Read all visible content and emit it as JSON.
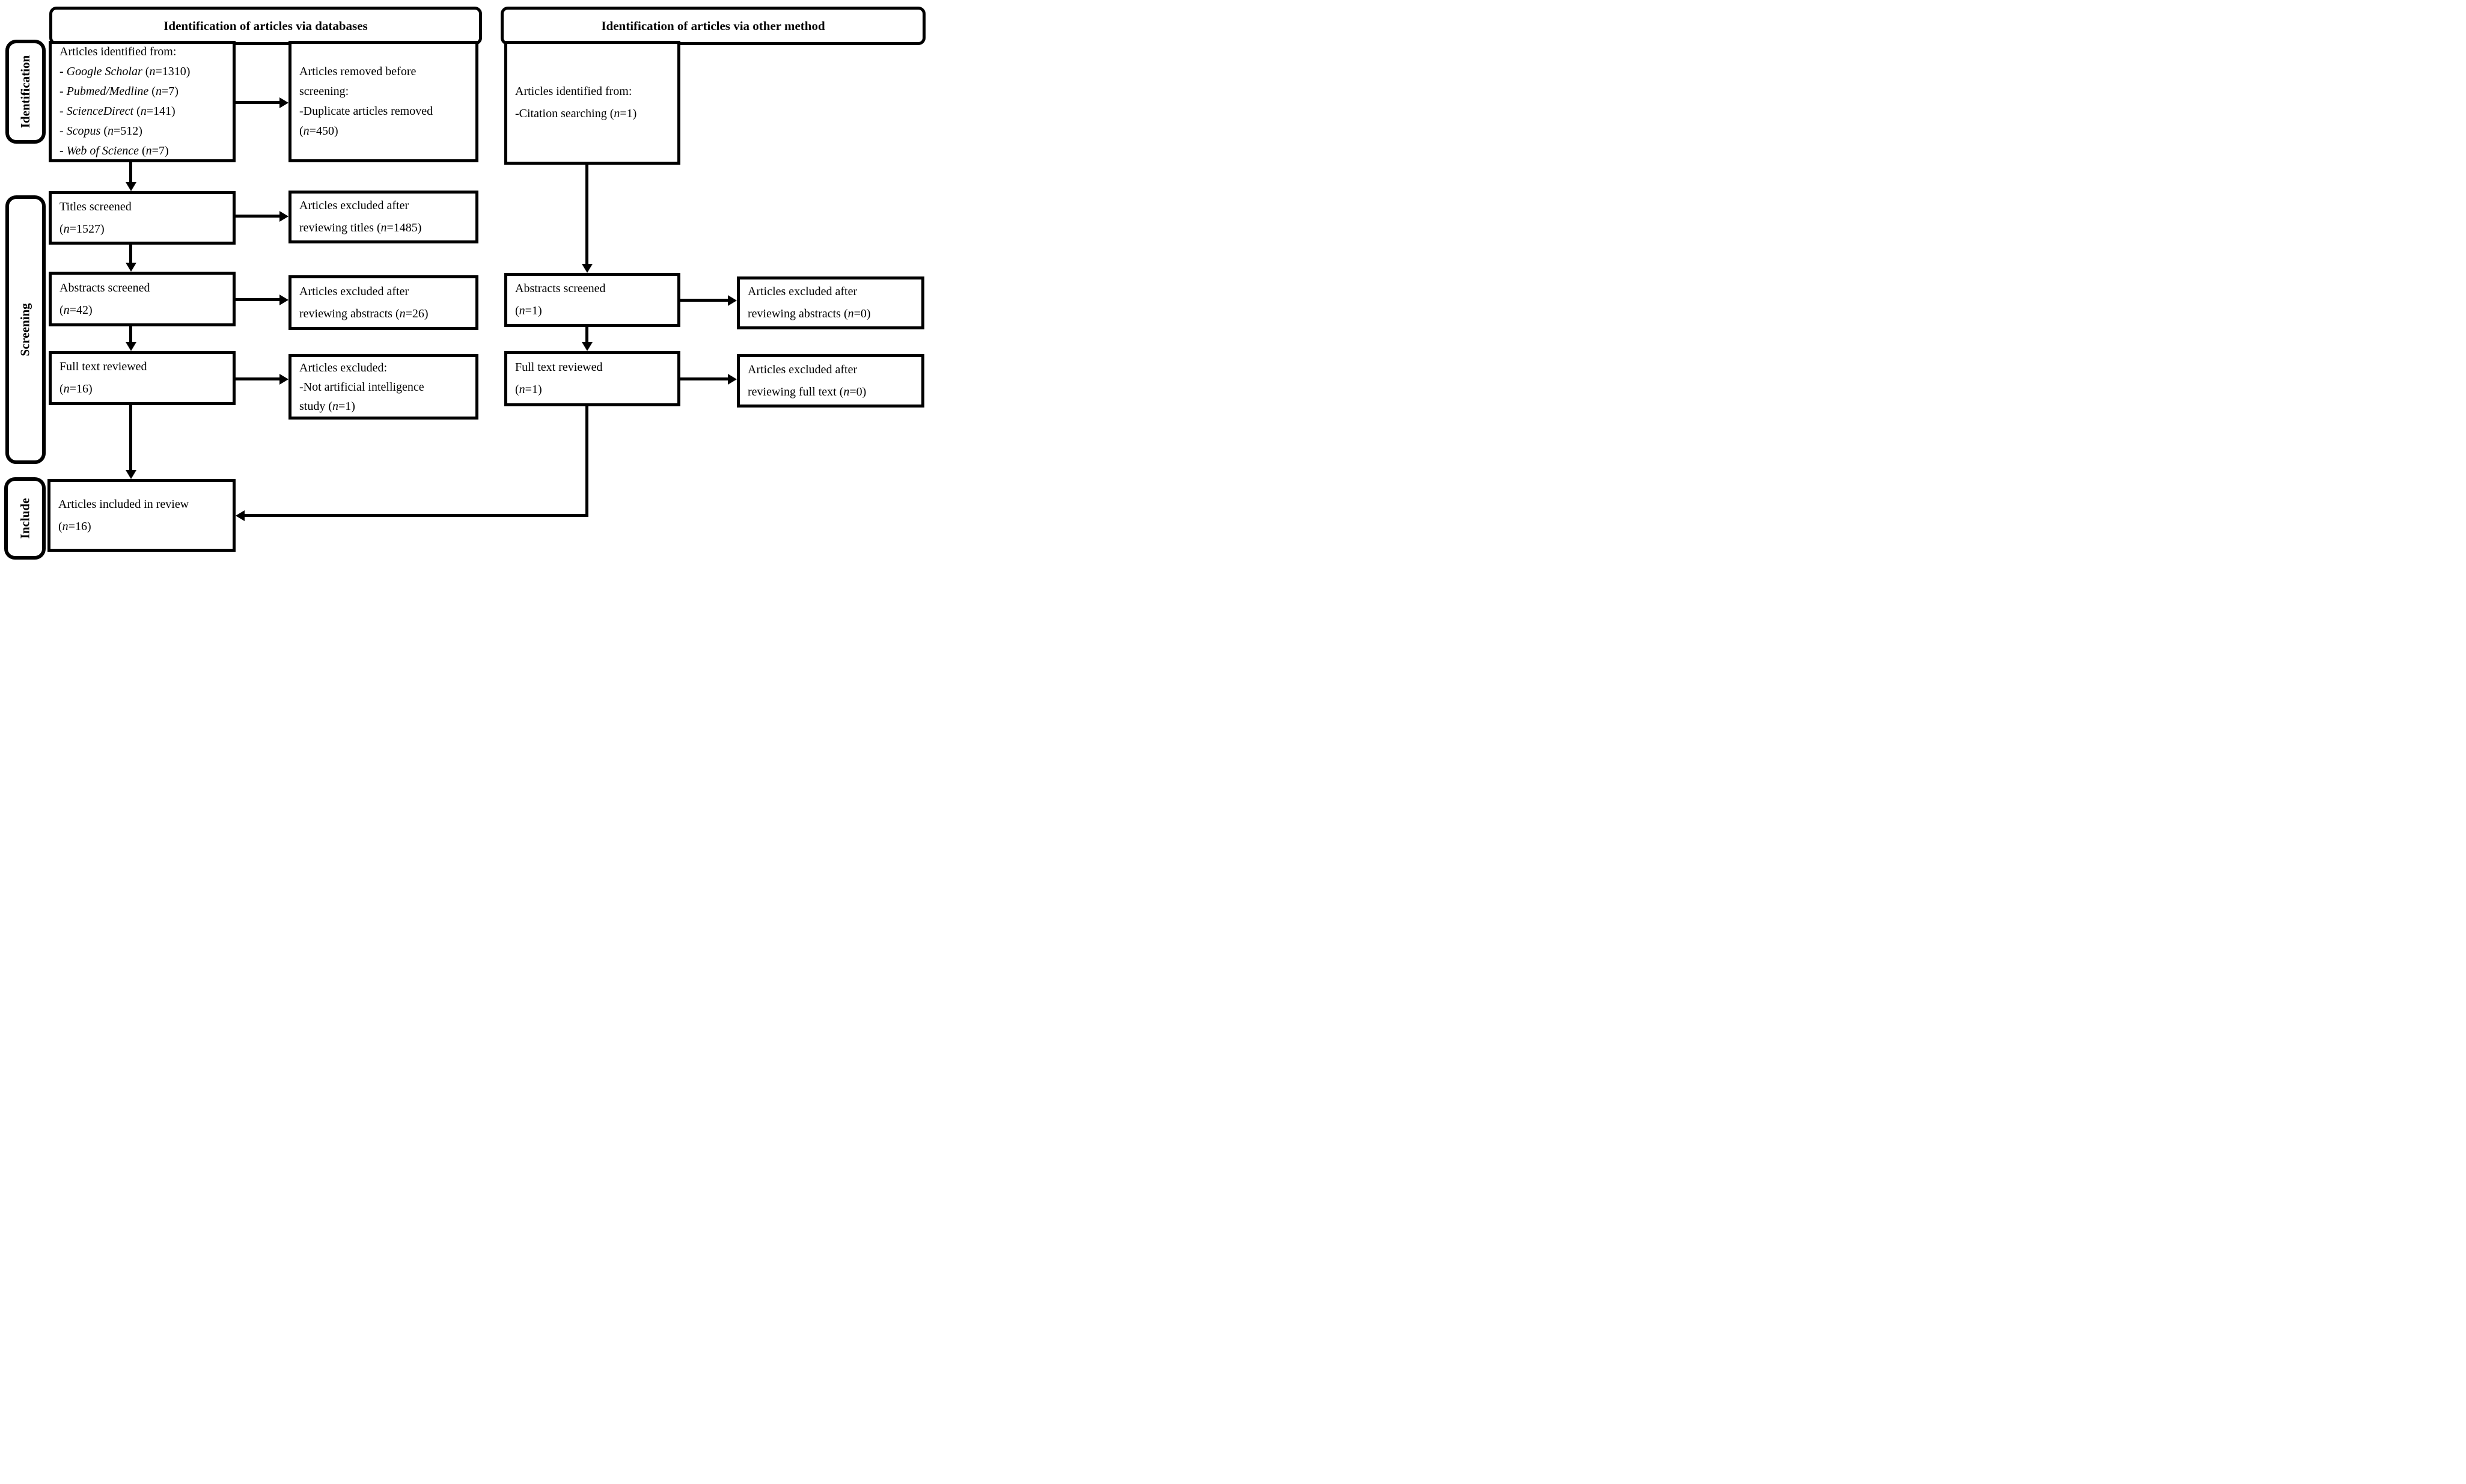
{
  "headers": {
    "left": "Identification of articles via databases",
    "right": "Identification of articles via other method"
  },
  "side_labels": {
    "identification": "Identification",
    "screening": "Screening",
    "include": "Include"
  },
  "left_flow": {
    "identified": {
      "intro": "Articles identified from:",
      "sources": [
        {
          "bullet": "- ",
          "name": "Google Scholar",
          "count_open": " (",
          "n": "n",
          "count_close": "=1310)"
        },
        {
          "bullet": "- ",
          "name": "Pubmed/Medline",
          "count_open": " (",
          "n": "n",
          "count_close": "=7)"
        },
        {
          "bullet": "- ",
          "name": "ScienceDirect",
          "count_open": " (",
          "n": "n",
          "count_close": "=141)"
        },
        {
          "bullet": "- ",
          "name": "Scopus",
          "count_open": " (",
          "n": "n",
          "count_close": "=512)"
        },
        {
          "bullet": "- ",
          "name": "Web of Science",
          "count_open": " (",
          "n": "n",
          "count_close": "=7)"
        }
      ]
    },
    "titles_screened": {
      "line1": "Titles screened",
      "open": "(",
      "n": "n",
      "close": "=1527)"
    },
    "abstracts_screened": {
      "line1": "Abstracts screened",
      "open": "(",
      "n": "n",
      "close": "=42)"
    },
    "fulltext_reviewed": {
      "line1": "Full text reviewed",
      "open": "(",
      "n": "n",
      "close": "=16)"
    },
    "included": {
      "line1": "Articles included in review",
      "open": "(",
      "n": "n",
      "close": "=16)"
    }
  },
  "left_excluded": {
    "removed": {
      "line1": "Articles removed before",
      "line2": "screening:",
      "line3": "-Duplicate articles removed",
      "open": "(",
      "n": "n",
      "close": "=450)"
    },
    "titles": {
      "line1": "Articles excluded after",
      "line2_pre": "reviewing titles (",
      "n": "n",
      "line2_post": "=1485)"
    },
    "abstracts": {
      "line1": "Articles excluded after",
      "line2_pre": "reviewing abstracts (",
      "n": "n",
      "line2_post": "=26)"
    },
    "fulltext": {
      "line1": "Articles excluded:",
      "line2": "-Not artificial intelligence",
      "line3_pre": "study (",
      "n": "n",
      "line3_post": "=1)"
    }
  },
  "right_flow": {
    "identified": {
      "line1": "Articles identified from:",
      "line2_pre": "-Citation searching (",
      "n": "n",
      "line2_post": "=1)"
    },
    "abstracts_screened": {
      "line1": "Abstracts screened",
      "open": "(",
      "n": "n",
      "close": "=1)"
    },
    "fulltext_reviewed": {
      "line1": "Full text reviewed",
      "open": "(",
      "n": "n",
      "close": "=1)"
    }
  },
  "right_excluded": {
    "abstracts": {
      "line1": "Articles excluded after",
      "line2_pre": "reviewing abstracts (",
      "n": "n",
      "line2_post": "=0)"
    },
    "fulltext": {
      "line1": "Articles excluded after",
      "line2_pre": "reviewing full text (",
      "n": "n",
      "line2_post": "=0)"
    }
  },
  "colors": {
    "ink": "#000000",
    "background": "#ffffff"
  }
}
